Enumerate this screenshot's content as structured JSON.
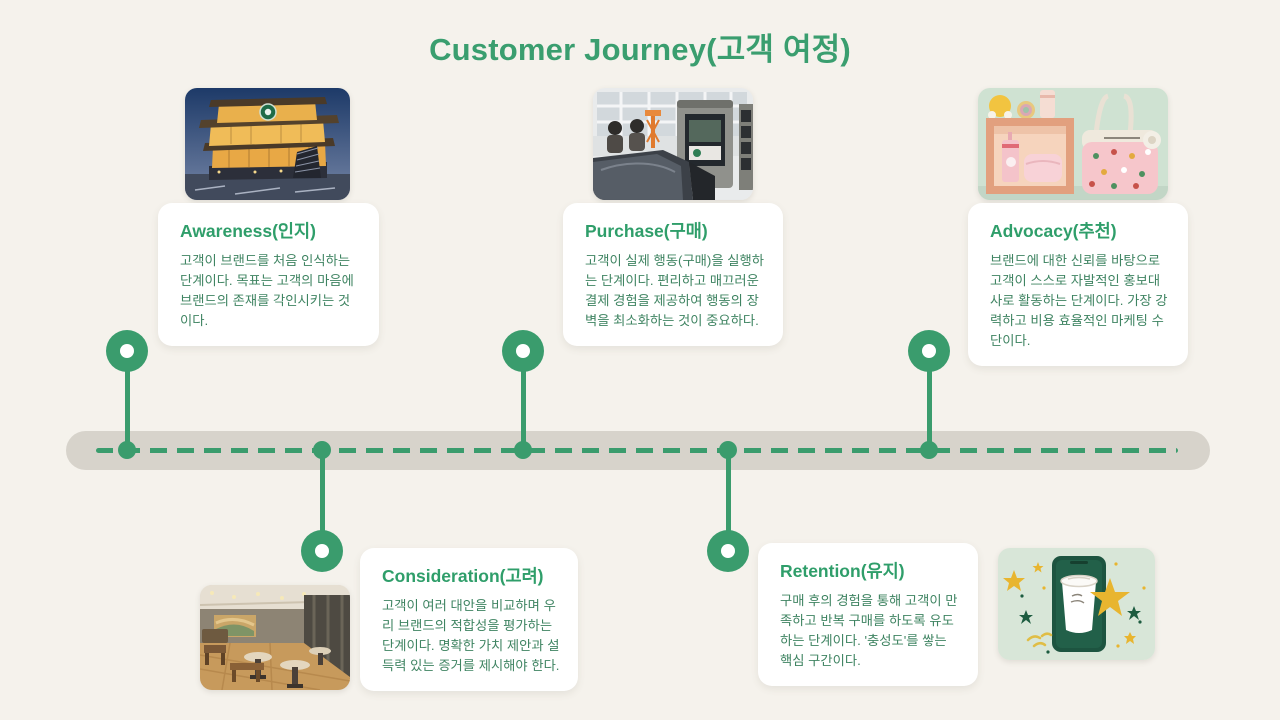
{
  "title": "Customer Journey(고객 여정)",
  "colors": {
    "accent_green": "#3a9c6d",
    "title_green": "#3a9e6f",
    "card_title_green": "#2f9e6a",
    "body_text_green": "#3f8462",
    "track_gray": "#d7d3cb",
    "background": "#f5f2ec",
    "card_white": "#ffffff"
  },
  "stages": [
    {
      "id": "awareness",
      "title": "Awareness(인지)",
      "description": "고객이 브랜드를 처음 인식하는 단계이다. 목표는 고객의 마음에 브랜드의 존재를 각인시키는 것이다.",
      "image": "starbucks-store-exterior-dusk-photo",
      "row": "top"
    },
    {
      "id": "consideration",
      "title": "Consideration(고려)",
      "description": "고객이 여러 대안을 비교하며 우리 브랜드의 적합성을 평가하는 단계이다. 명확한 가치 제안과 설득력 있는 증거를 제시해야 한다.",
      "image": "cafe-interior-photo",
      "row": "bottom"
    },
    {
      "id": "purchase",
      "title": "Purchase(구매)",
      "description": "고객이 실제 행동(구매)을 실행하는 단계이다. 편리하고 매끄러운 결제 경험을 제공하여 행동의 장벽을 최소화하는 것이 중요하다.",
      "image": "drive-thru-kiosk-photo",
      "row": "top"
    },
    {
      "id": "retention",
      "title": "Retention(유지)",
      "description": "구매 후의 경험을 통해 고객이 만족하고 반복 구매를 하도록 유도하는 단계이다. '충성도'를 쌓는 핵심 구간이다.",
      "image": "rewards-app-cup-illustration",
      "row": "bottom"
    },
    {
      "id": "advocacy",
      "title": "Advocacy(추천)",
      "description": "브랜드에 대한 신뢰를 바탕으로 고객이 스스로 자발적인 홍보대사로 활동하는 단계이다. 가장 강력하고 비용 효율적인 마케팅 수단이다.",
      "image": "brand-merchandise-photo",
      "row": "top"
    }
  ]
}
